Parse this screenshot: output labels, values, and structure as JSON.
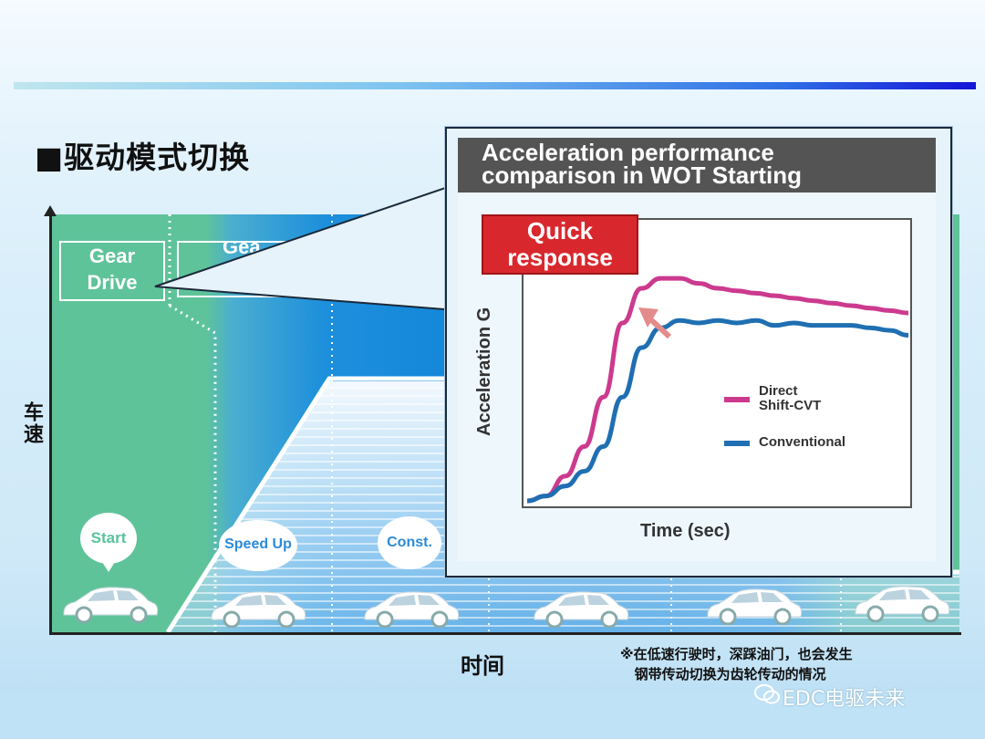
{
  "page": {
    "title": "■驱动模式切换"
  },
  "axes": {
    "ylabel": "车速",
    "xlabel": "时间"
  },
  "modes": [
    {
      "label_line1": "Gear",
      "label_line2": "Drive"
    },
    {
      "label_line1": "Gea",
      "label_line2": ""
    }
  ],
  "phases": [
    {
      "label": "Start"
    },
    {
      "label": "Speed Up"
    },
    {
      "label": "Const."
    }
  ],
  "inset": {
    "title_line1": "Acceleration performance",
    "title_line2": "comparison in WOT Starting",
    "badge_line1": "Quick",
    "badge_line2": "response",
    "ylabel": "Acceleration G",
    "xlabel": "Time (sec)",
    "legend": [
      {
        "label_line1": "Direct",
        "label_line2": "Shift-CVT",
        "color": "#cc3a8e"
      },
      {
        "label_line1": "Conventional",
        "label_line2": "",
        "color": "#1f6fb2"
      }
    ]
  },
  "chart_data": {
    "type": "line",
    "xlabel": "Time (sec)",
    "ylabel": "Acceleration G",
    "x": [
      0,
      0.05,
      0.1,
      0.15,
      0.2,
      0.25,
      0.3,
      0.35,
      0.4,
      0.45,
      0.5,
      0.55,
      0.6,
      0.65,
      0.7,
      0.75,
      0.8,
      0.85,
      0.9,
      0.95,
      1.0
    ],
    "series": [
      {
        "name": "Direct Shift-CVT",
        "color": "#cc3a8e",
        "values": [
          0.0,
          0.02,
          0.1,
          0.22,
          0.42,
          0.72,
          0.86,
          0.9,
          0.9,
          0.88,
          0.86,
          0.85,
          0.84,
          0.83,
          0.82,
          0.81,
          0.8,
          0.79,
          0.78,
          0.77,
          0.76
        ]
      },
      {
        "name": "Conventional",
        "color": "#1f6fb2",
        "values": [
          0.0,
          0.02,
          0.06,
          0.12,
          0.22,
          0.42,
          0.62,
          0.7,
          0.73,
          0.72,
          0.73,
          0.72,
          0.73,
          0.71,
          0.72,
          0.71,
          0.71,
          0.71,
          0.7,
          0.69,
          0.67
        ]
      }
    ],
    "ylim": [
      0,
      1.1
    ],
    "grid": false,
    "legend": "right"
  },
  "footnote": {
    "line1": "※在低速行驶时，深踩油门，也会发生",
    "line2": "   钢带传动切换为齿轮传动的情况"
  },
  "watermark": {
    "text": "EDC电驱未来"
  }
}
